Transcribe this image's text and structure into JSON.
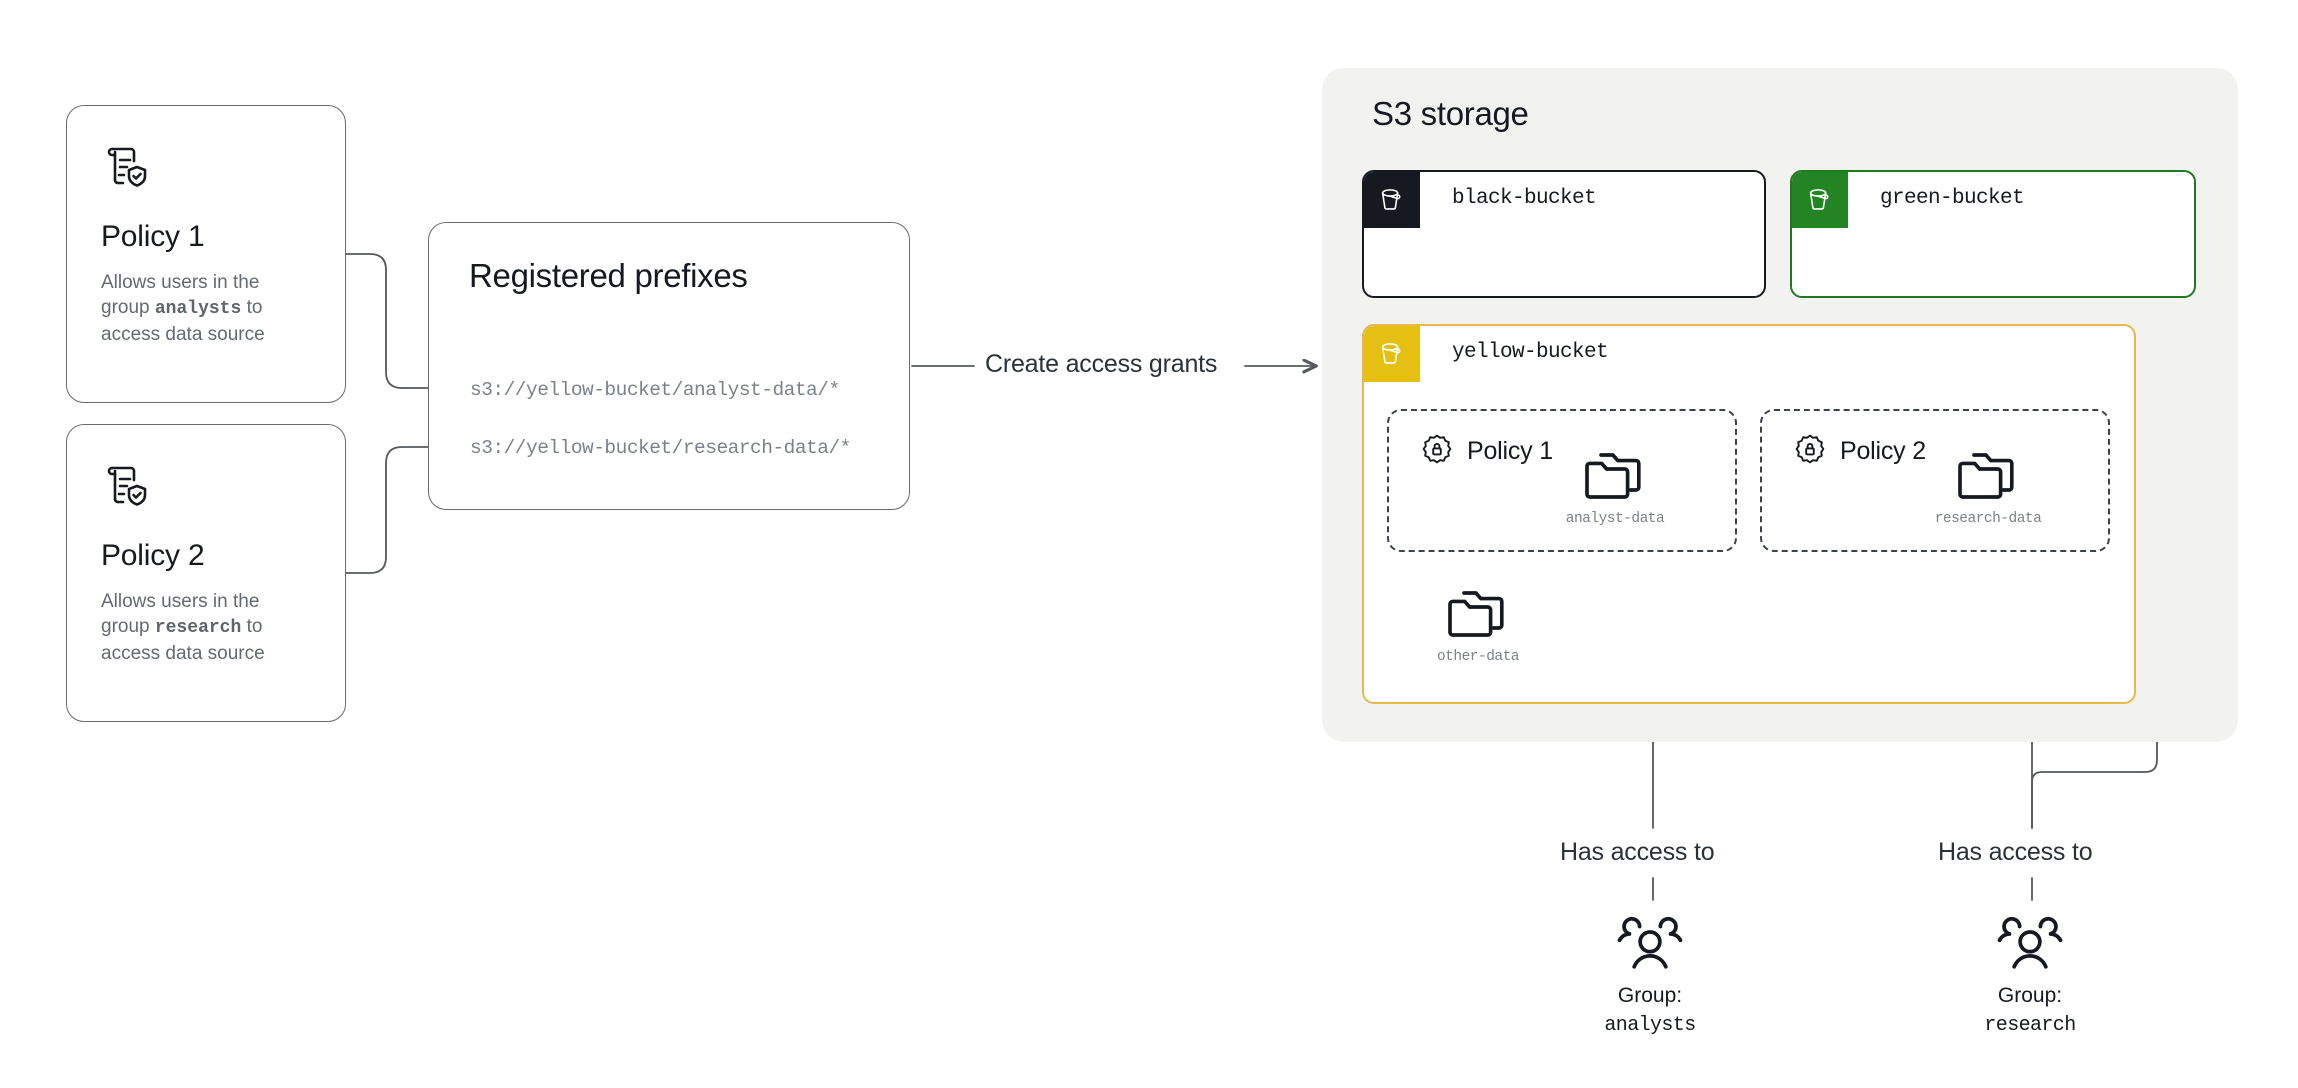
{
  "policies": [
    {
      "icon": "policy-document-shield-icon",
      "title": "Policy 1",
      "desc_pre": "Allows users in the group ",
      "desc_group": "analysts",
      "desc_post": " to access data source"
    },
    {
      "icon": "policy-document-shield-icon",
      "title": "Policy 2",
      "desc_pre": "Allows users in the group ",
      "desc_group": "research",
      "desc_post": " to access data source"
    }
  ],
  "prefix_box": {
    "title": "Registered prefixes",
    "items": [
      "s3://yellow-bucket/analyst-data/*",
      "s3://yellow-bucket/research-data/*"
    ]
  },
  "edges": {
    "create_grants": "Create access grants",
    "has_access_to": "Has access to"
  },
  "s3": {
    "title": "S3 storage",
    "buckets": [
      {
        "name": "black-bucket",
        "color": "#16191f",
        "tile": "#16191f",
        "icon": "bucket-icon"
      },
      {
        "name": "green-bucket",
        "color": "#1f7a1f",
        "tile": "#238423",
        "icon": "bucket-icon"
      },
      {
        "name": "yellow-bucket",
        "color": "#e8b84b",
        "tile": "#e5c013",
        "icon": "bucket-icon"
      }
    ],
    "policy_groups": [
      {
        "icon": "policy-lock-badge-icon",
        "title": "Policy 1",
        "folder": "analyst-data",
        "folder_icon": "folders-icon"
      },
      {
        "icon": "policy-lock-badge-icon",
        "title": "Policy 2",
        "folder": "research-data",
        "folder_icon": "folders-icon"
      }
    ],
    "loose_folder": {
      "label": "other-data",
      "icon": "folders-icon"
    }
  },
  "groups": [
    {
      "icon": "user-group-icon",
      "caption": "Group:",
      "name": "analysts"
    },
    {
      "icon": "user-group-icon",
      "caption": "Group:",
      "name": "research"
    }
  ],
  "colors": {
    "panel_bg": "#f2f2f0",
    "line": "#56595e",
    "ink": "#16191f",
    "muted": "#7d8189",
    "yellow": "#e8b84b",
    "green": "#1f7a1f",
    "black": "#16191f"
  }
}
